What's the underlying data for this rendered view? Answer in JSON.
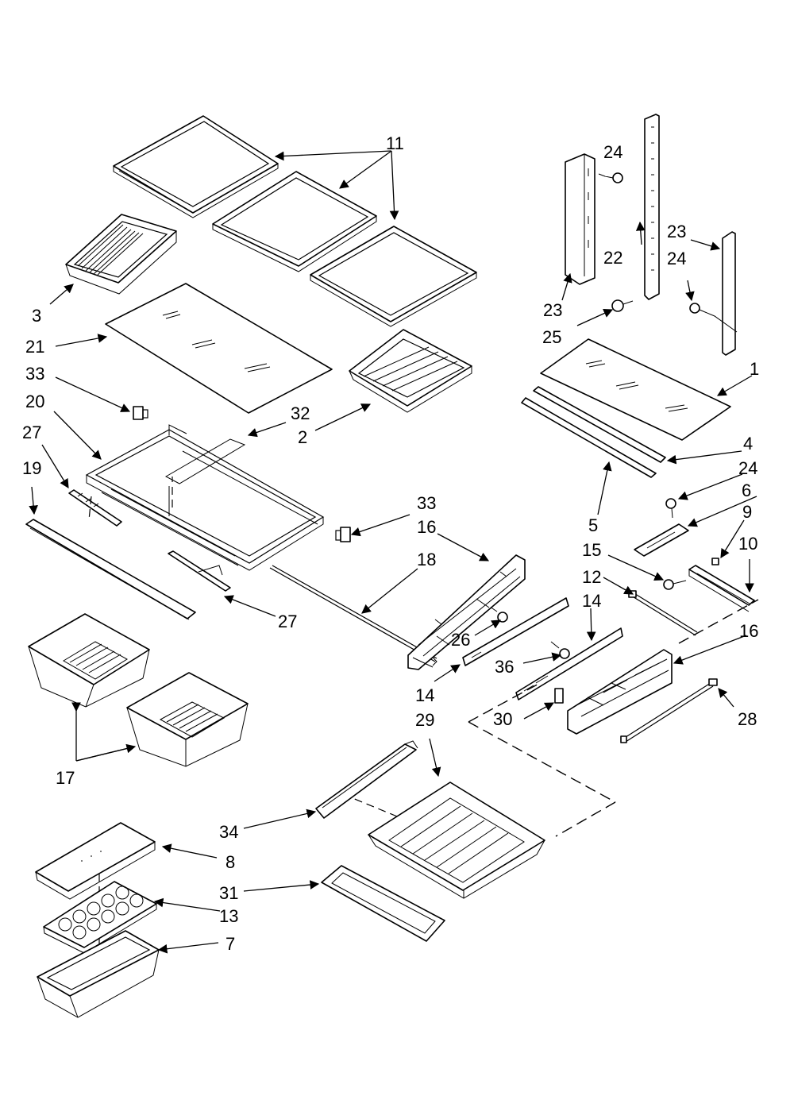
{
  "diagram": {
    "colors": {
      "line": "#000000",
      "background": "#ffffff"
    },
    "callouts": [
      {
        "id": "c11",
        "label": "11"
      },
      {
        "id": "c24a",
        "label": "24"
      },
      {
        "id": "c22",
        "label": "22"
      },
      {
        "id": "c23a",
        "label": "23"
      },
      {
        "id": "c24b",
        "label": "24"
      },
      {
        "id": "c23b",
        "label": "23"
      },
      {
        "id": "c25",
        "label": "25"
      },
      {
        "id": "c3",
        "label": "3"
      },
      {
        "id": "c21",
        "label": "21"
      },
      {
        "id": "c33a",
        "label": "33"
      },
      {
        "id": "c20",
        "label": "20"
      },
      {
        "id": "c32",
        "label": "32"
      },
      {
        "id": "c2",
        "label": "2"
      },
      {
        "id": "c27a",
        "label": "27"
      },
      {
        "id": "c19",
        "label": "19"
      },
      {
        "id": "c1",
        "label": "1"
      },
      {
        "id": "c4",
        "label": "4"
      },
      {
        "id": "c24c",
        "label": "24"
      },
      {
        "id": "c6",
        "label": "6"
      },
      {
        "id": "c5",
        "label": "5"
      },
      {
        "id": "c9",
        "label": "9"
      },
      {
        "id": "c10",
        "label": "10"
      },
      {
        "id": "c33b",
        "label": "33"
      },
      {
        "id": "c16a",
        "label": "16"
      },
      {
        "id": "c18",
        "label": "18"
      },
      {
        "id": "c15",
        "label": "15"
      },
      {
        "id": "c12",
        "label": "12"
      },
      {
        "id": "c14a",
        "label": "14"
      },
      {
        "id": "c27b",
        "label": "27"
      },
      {
        "id": "c26",
        "label": "26"
      },
      {
        "id": "c36",
        "label": "36"
      },
      {
        "id": "c16b",
        "label": "16"
      },
      {
        "id": "c14b",
        "label": "14"
      },
      {
        "id": "c29",
        "label": "29"
      },
      {
        "id": "c30",
        "label": "30"
      },
      {
        "id": "c28",
        "label": "28"
      },
      {
        "id": "c17",
        "label": "17"
      },
      {
        "id": "c34",
        "label": "34"
      },
      {
        "id": "c8",
        "label": "8"
      },
      {
        "id": "c31",
        "label": "31"
      },
      {
        "id": "c13",
        "label": "13"
      },
      {
        "id": "c7",
        "label": "7"
      }
    ]
  }
}
